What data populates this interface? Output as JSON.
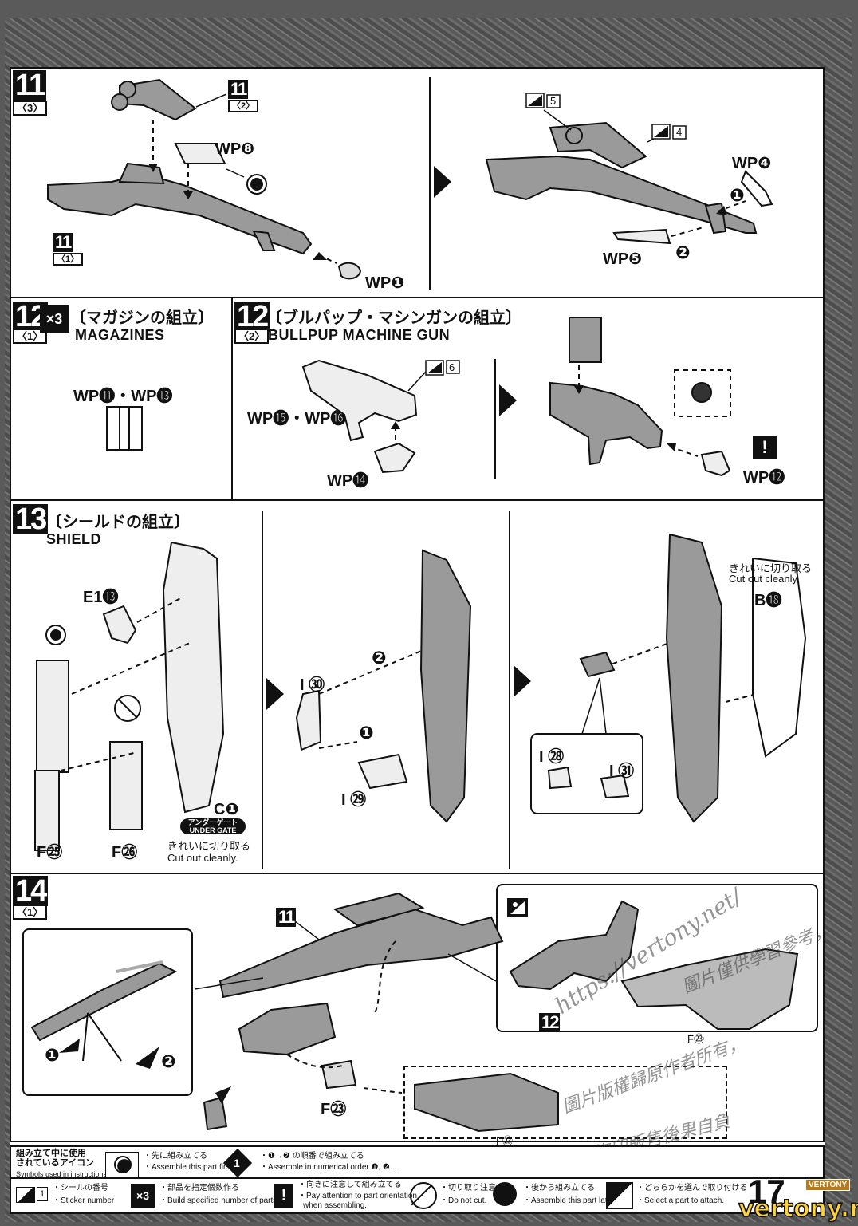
{
  "page": {
    "page_number": "17",
    "brand_tag": "VERTONY",
    "watermark_url": "https://vertony.net/",
    "watermark_cn_1": "圖片僅供學習參考，",
    "watermark_cn_2": "圖片版權歸原作者所有，",
    "watermark_cn_3": "盜印販售後果自負",
    "footer_watermark": "vertony.net"
  },
  "step11": {
    "number": "11",
    "sub_main": "〈3〉",
    "scope_ref": {
      "number": "11",
      "sub": "〈2〉"
    },
    "body_ref": {
      "number": "11",
      "sub": "〈1〉"
    },
    "wp8": "WP❽",
    "wp1": "WP❶",
    "wp4": "WP❹",
    "wp5": "WP❺",
    "sticker5": "5",
    "sticker4": "4",
    "order1": "❶",
    "order2": "❷"
  },
  "step12a": {
    "number": "12",
    "sub": "〈1〉",
    "count": "×3",
    "jp_title": "〔マガジンの組立〕",
    "en_title": "MAGAZINES",
    "parts": "WP⓫・WP⓭"
  },
  "step12b": {
    "number": "12",
    "sub": "〈2〉",
    "jp_title": "〔ブルパップ・マシンガンの組立〕",
    "en_title": "BULLPUP MACHINE GUN",
    "sticker6": "6",
    "wp15_16": "WP⓯・WP⓰",
    "wp14": "WP⓮",
    "wp12": "WP⓬",
    "caution": "!"
  },
  "step13": {
    "number": "13",
    "jp_title": "〔シールドの組立〕",
    "en_title": "SHIELD",
    "e1": "E1⓭",
    "c1": "C❶",
    "under_gate_jp": "アンダーゲート",
    "under_gate_en": "UNDER GATE",
    "cut_jp": "きれいに切り取る",
    "cut_en": "Cut out cleanly.",
    "f25": "F㉕",
    "f26": "F㉖",
    "i30": "I ㉚",
    "i29": "I ㉙",
    "i28": "I ㉘",
    "i31": "I ㉛",
    "b18": "B⓲",
    "order1": "❶",
    "order2": "❷"
  },
  "step14": {
    "number": "14",
    "sub": "〈1〉",
    "rifle_ref": "11",
    "gun_ref": "12",
    "f23": "F㉓",
    "f23b": "F㉓",
    "f23c": "F㉓",
    "order1": "❶",
    "order2": "❷"
  },
  "legend": {
    "title_jp_1": "組み立て中に使用",
    "title_jp_2": "されているアイコン",
    "title_en": "Symbols used in instructions",
    "first_jp": "・先に組み立てる",
    "first_en": "・Assemble this part first.",
    "order_jp": "・❶→❷ の順番で組み立てる",
    "order_en": "・Assemble in numerical order ❶, ❷...",
    "sticker_jp": "・シールの番号",
    "sticker_en": "・Sticker number",
    "sticker_num": "1",
    "count_icon": "×3",
    "count_jp": "・部品を指定個数作る",
    "count_en": "・Build specified number of parts.",
    "orient_jp": "・向きに注意して組み立てる",
    "orient_en_1": "・Pay attention to part orientation",
    "orient_en_2": "when assembling.",
    "nocut_jp": "・切り取り注意",
    "nocut_en": "・Do not cut.",
    "later_jp": "・後から組み立てる",
    "later_en": "・Assemble this part later.",
    "choose_jp": "・どちらかを選んで取り付ける",
    "choose_en": "・Select a part to attach.",
    "icon_order": "1",
    "icon_caution": "!"
  }
}
